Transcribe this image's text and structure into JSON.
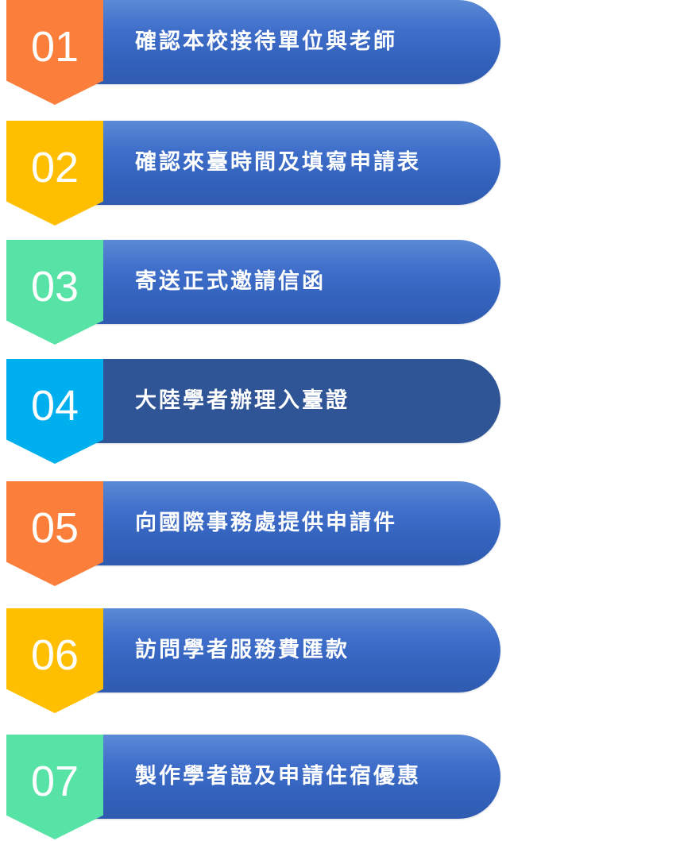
{
  "steps": [
    {
      "number": "01",
      "text": "確認本校接待單位與老師",
      "badge_color": "#fb7e3a"
    },
    {
      "number": "02",
      "text": "確認來臺時間及填寫申請表",
      "badge_color": "#ffbf00"
    },
    {
      "number": "03",
      "text": "寄送正式邀請信函",
      "badge_color": "#57e3a5"
    },
    {
      "number": "04",
      "text": "大陸學者辦理入臺證",
      "badge_color": "#00b0ee"
    },
    {
      "number": "05",
      "text": "向國際事務處提供申請件",
      "badge_color": "#fb7e3a"
    },
    {
      "number": "06",
      "text": "訪問學者服務費匯款",
      "badge_color": "#ffbf00"
    },
    {
      "number": "07",
      "text": "製作學者證及申請住宿優惠",
      "badge_color": "#57e3a5"
    }
  ],
  "colors": {
    "pill": "#3f6fca",
    "pill_highlight": "#305597",
    "orange": "#fb7e3a",
    "yellow": "#ffbf00",
    "green": "#57e3a5",
    "cyan": "#00b0ee"
  }
}
